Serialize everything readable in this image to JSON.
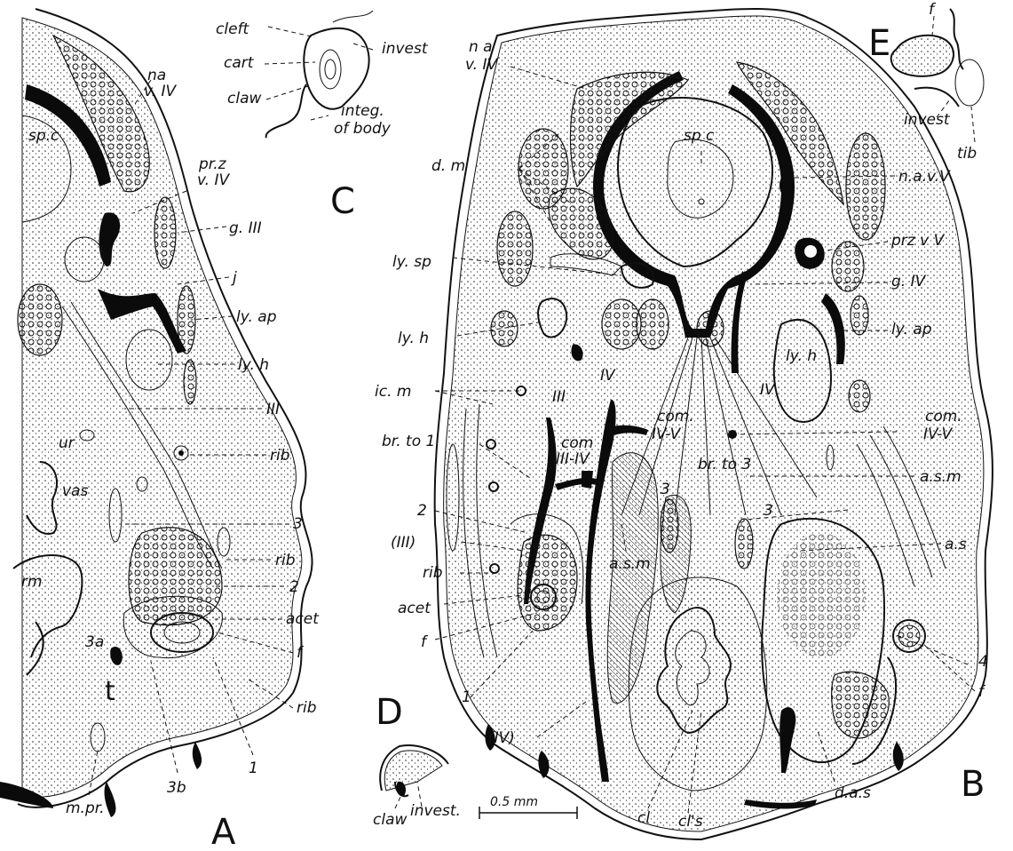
{
  "panels": {
    "A": "A",
    "B": "B",
    "C": "C",
    "D": "D",
    "E": "E"
  },
  "labels": {
    "A": [
      "na",
      "v. IV",
      "sp.c",
      "pr.z",
      "v. IV",
      "g. III",
      "j",
      "ly. ap",
      "ly. h",
      "III",
      "rib",
      "ur",
      "vas",
      "rm",
      "3",
      "rib",
      "2",
      "acet",
      "f",
      "3a",
      "t",
      "rib",
      "1",
      "m.pr.",
      "3b"
    ],
    "B": [
      "n a",
      "v. IV",
      "d. m",
      "sp c",
      "n.a.v.V",
      "prz v V",
      "ly. sp",
      "g. IV",
      "ly. h",
      "ly. ap",
      "ly. h",
      "ic. m",
      "III",
      "IV",
      "IV",
      "com.",
      "IV-V",
      "com.",
      "IV-V",
      "br. to 1",
      "com",
      "III-IV",
      "br. to 3",
      "a.s.m",
      "2",
      "3",
      "3",
      "(III)",
      "a.s.m",
      "a.s",
      "rib",
      "acet",
      "f",
      "1",
      "4",
      "f",
      "(IV)",
      "cl",
      "cl's",
      "d.a.s"
    ],
    "C": [
      "cleft",
      "cart",
      "claw",
      "invest",
      "integ.",
      "of body"
    ],
    "D": [
      "claw",
      "invest."
    ],
    "E": [
      "f",
      "invest",
      "tib"
    ]
  },
  "scale_bar": "0.5 mm"
}
